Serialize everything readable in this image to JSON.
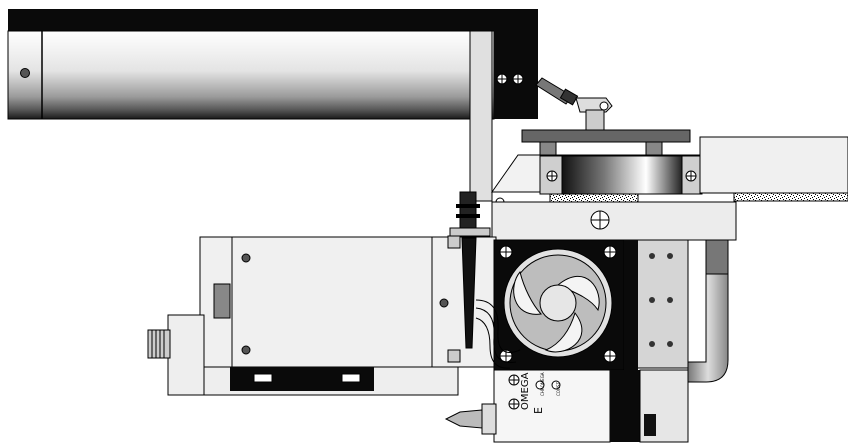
{
  "omega_block": {
    "brand_label": "OMEGA",
    "type_label": "E",
    "wire_label_1": "CHROMEGA",
    "wire_label_2": "CONST"
  },
  "colors": {
    "outline": "#000000",
    "panel": "#e6e6e6",
    "dark_panel": "#0a0a0a",
    "light_fill": "#f4f4f4"
  }
}
